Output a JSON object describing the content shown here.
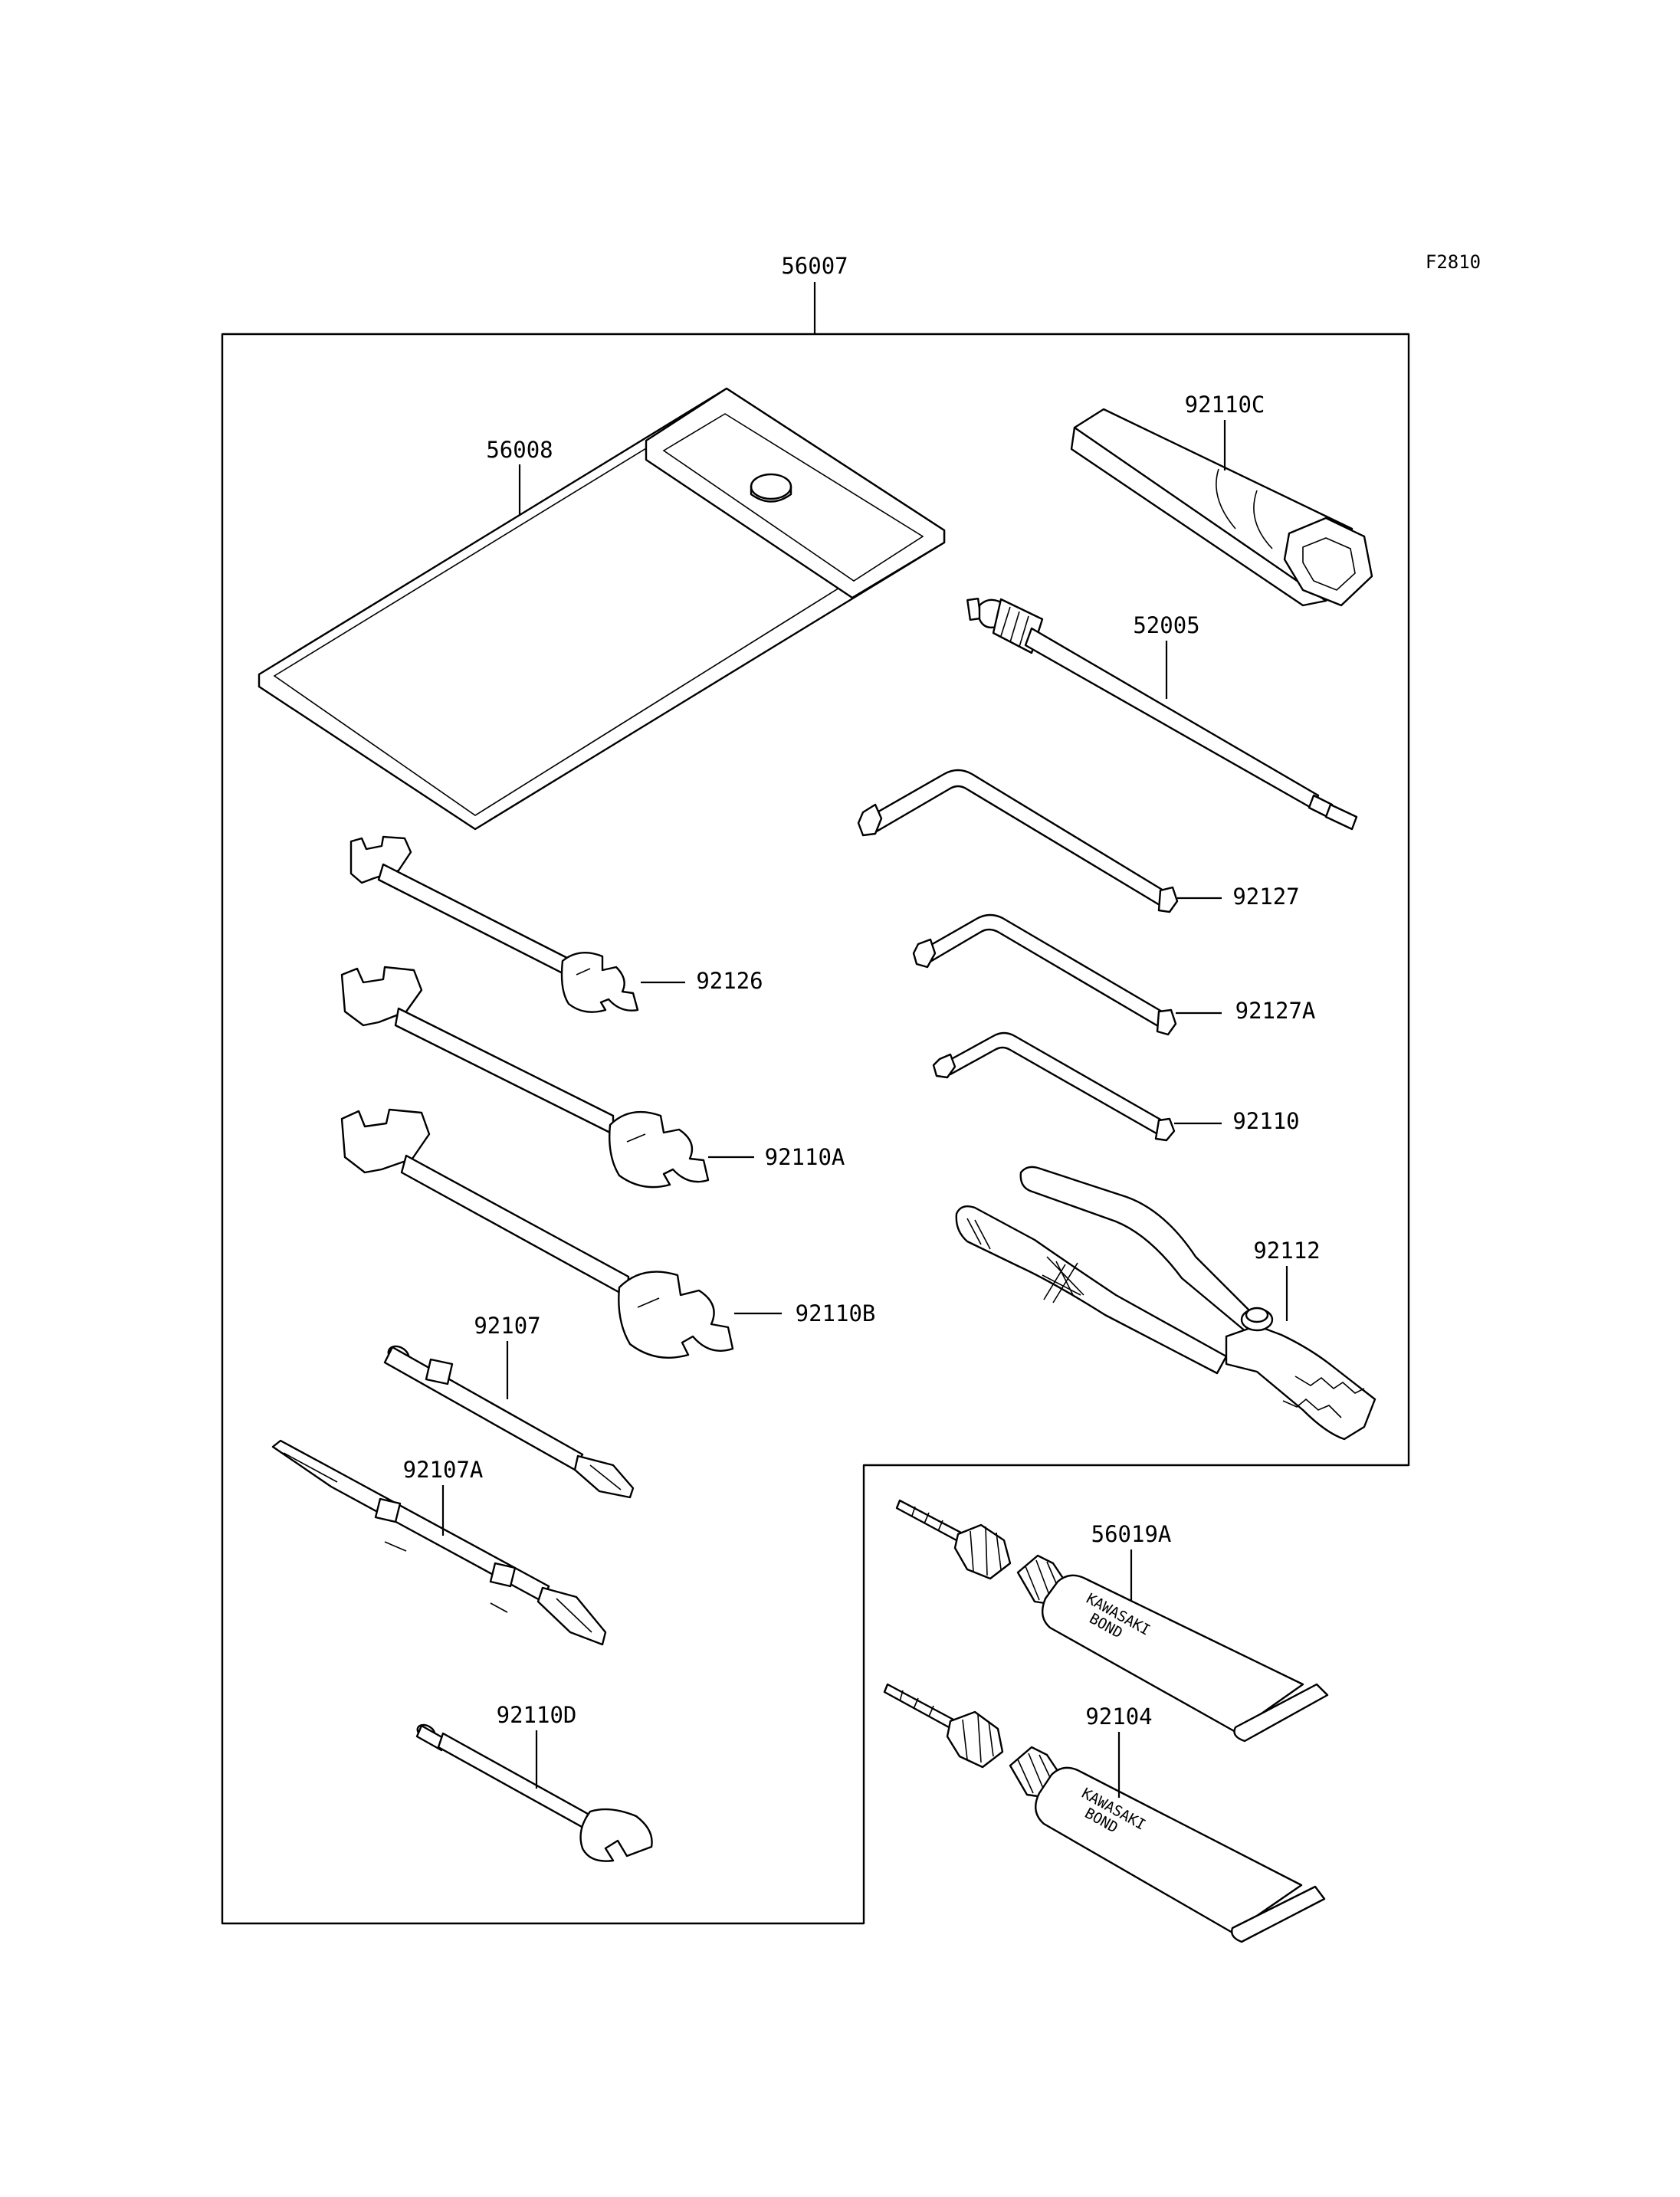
{
  "figure_code": "F2810",
  "kit_part_number": "56007",
  "parts": {
    "tool_bag": "56008",
    "plug_wrench": "92110C",
    "tire_gauge": "52005",
    "hex_wrench_large": "92127",
    "hex_wrench_medium": "92127A",
    "hex_wrench_small": "92110",
    "wrench_small": "92126",
    "wrench_medium": "92110A",
    "wrench_large": "92110B",
    "pliers": "92112",
    "screwdriver_bit": "92107",
    "screwdriver_grip": "92107A",
    "spoke_wrench": "92110D",
    "bond_tube_a": "56019A",
    "bond_tube_b": "92104"
  },
  "tube_labels": {
    "brand": "KAWASAKI",
    "product": "BOND"
  }
}
